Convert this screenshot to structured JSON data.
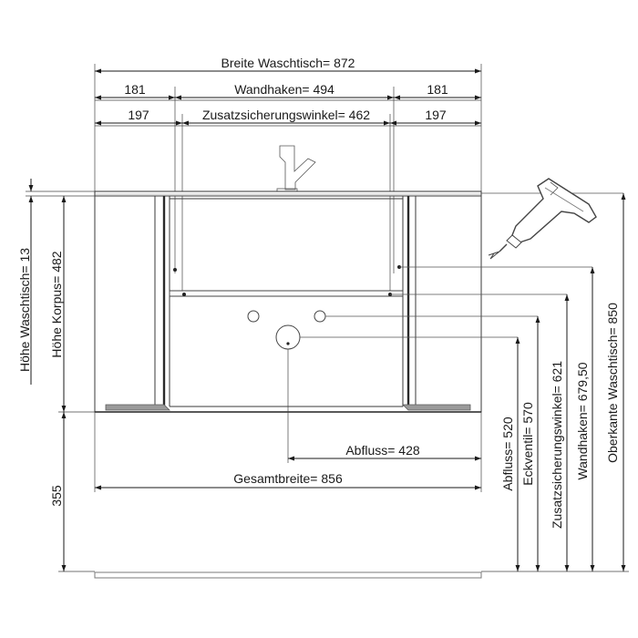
{
  "labels": {
    "breite_waschtisch": "Breite Waschtisch= 872",
    "left_181": "181",
    "wandhaken_width": "Wandhaken=  494",
    "right_181": "181",
    "left_197": "197",
    "zusatz_width": "Zusatzsicherungswinkel= 462",
    "right_197": "197",
    "hoehe_waschtisch": "Höhe Waschtisch= 13",
    "hoehe_korpus": "Höhe Korpus= 482",
    "abfluss_horizontal": "Abfluss= 428",
    "gesamtbreite": "Gesamtbreite= 856",
    "sockel_355": "355",
    "abfluss_vertical": "Abfluss= 520",
    "eckventil": "Eckventil= 570",
    "zusatz_height": "Zusatzsicherungswinkel= 621",
    "wandhaken_height": "Wandhaken= 679,50",
    "oberkante": "Oberkante Waschtisch= 850"
  },
  "icons": {
    "drill": "drill-icon",
    "faucet": "faucet-icon"
  },
  "colors": {
    "line": "#1a1a1a",
    "panel": "#9a9a9a",
    "background": "#ffffff"
  }
}
